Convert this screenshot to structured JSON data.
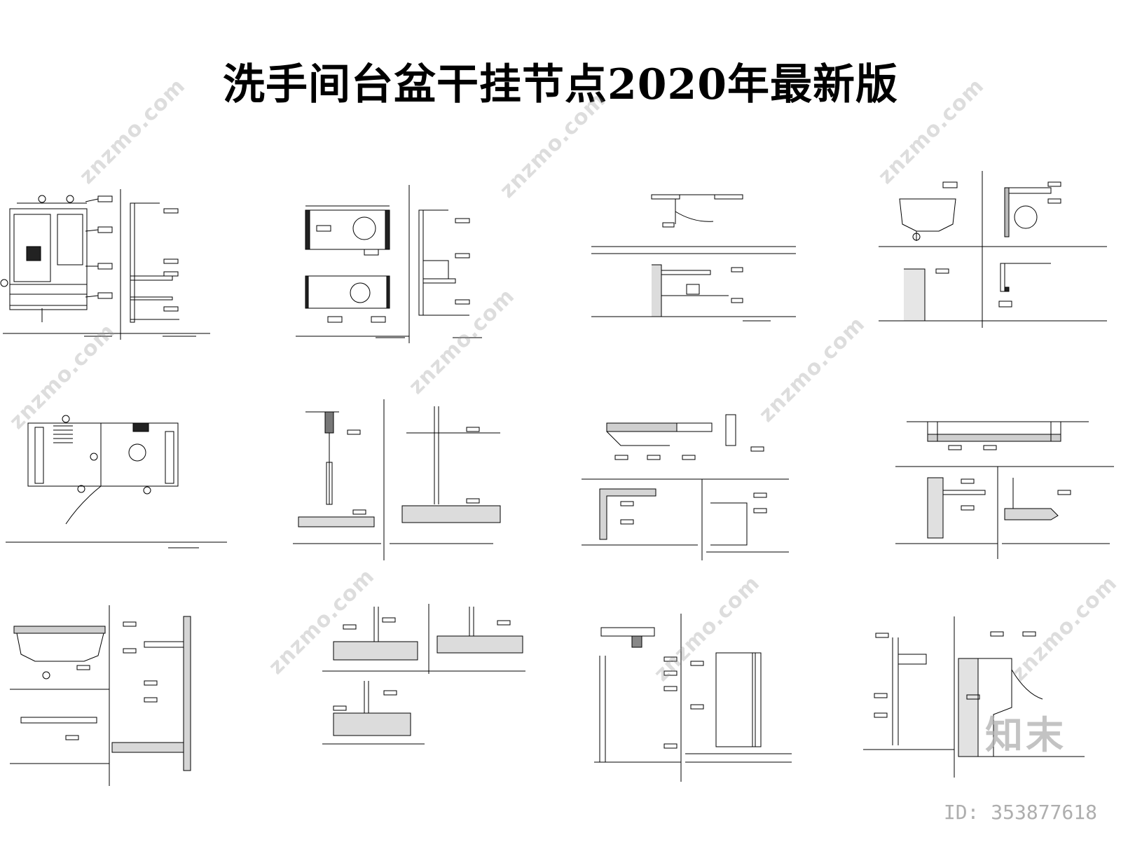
{
  "document": {
    "title": "洗手间台盆干挂节点2020年最新版"
  },
  "watermark": {
    "text": "znzmo.com",
    "brand": "知末",
    "id_label": "ID: 353877618"
  },
  "colors": {
    "line": "#000000",
    "watermark": "#9a9a9a",
    "background": "#ffffff"
  },
  "sheets": [
    {
      "id": "s1",
      "kind": "elevation-vanity"
    },
    {
      "id": "s2",
      "kind": "vanity-with-mirror"
    },
    {
      "id": "s3",
      "kind": "ceiling-detail"
    },
    {
      "id": "s4",
      "kind": "basin-section"
    },
    {
      "id": "s5",
      "kind": "plan-view"
    },
    {
      "id": "s6",
      "kind": "glass-partition"
    },
    {
      "id": "s7",
      "kind": "counter-section"
    },
    {
      "id": "s8",
      "kind": "counter-edge"
    },
    {
      "id": "s9",
      "kind": "marble-top"
    },
    {
      "id": "s10",
      "kind": "floor-detail"
    },
    {
      "id": "s11",
      "kind": "steel-cabinet"
    },
    {
      "id": "s12",
      "kind": "wall-basin"
    }
  ]
}
